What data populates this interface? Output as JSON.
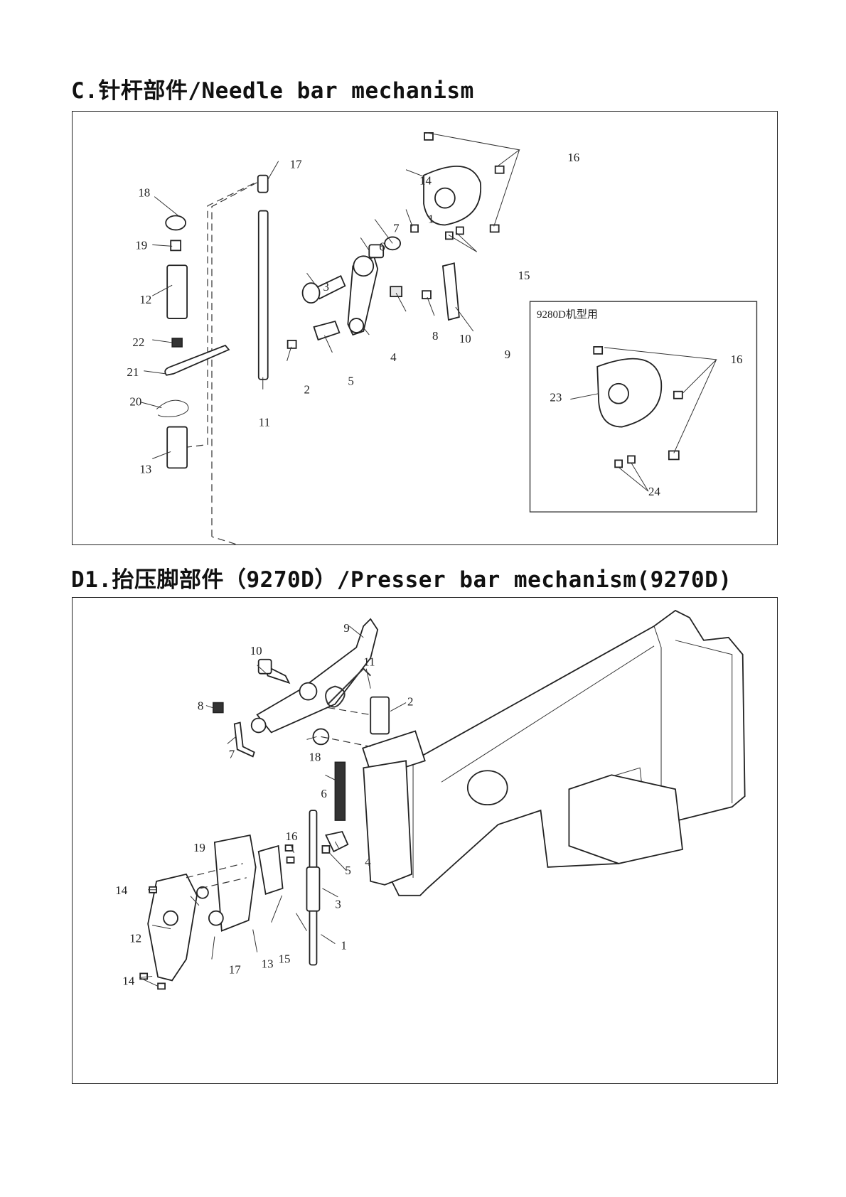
{
  "section_c": {
    "title": "C.针杆部件/Needle bar mechanism",
    "inset_label": "9280D机型用",
    "labels": [
      "17",
      "18",
      "19",
      "12",
      "22",
      "21",
      "20",
      "13",
      "11",
      "16",
      "14",
      "1",
      "7",
      "6",
      "15",
      "3",
      "8",
      "10",
      "9",
      "4",
      "2",
      "5",
      "16",
      "23",
      "24"
    ]
  },
  "section_d1": {
    "title": "D1.抬压脚部件（9270D）/Presser bar mechanism(9270D)",
    "labels": [
      "9",
      "10",
      "11",
      "2",
      "8",
      "7",
      "18",
      "6",
      "16",
      "19",
      "14",
      "5",
      "4",
      "3",
      "15",
      "12",
      "17",
      "13",
      "1",
      "14"
    ]
  }
}
